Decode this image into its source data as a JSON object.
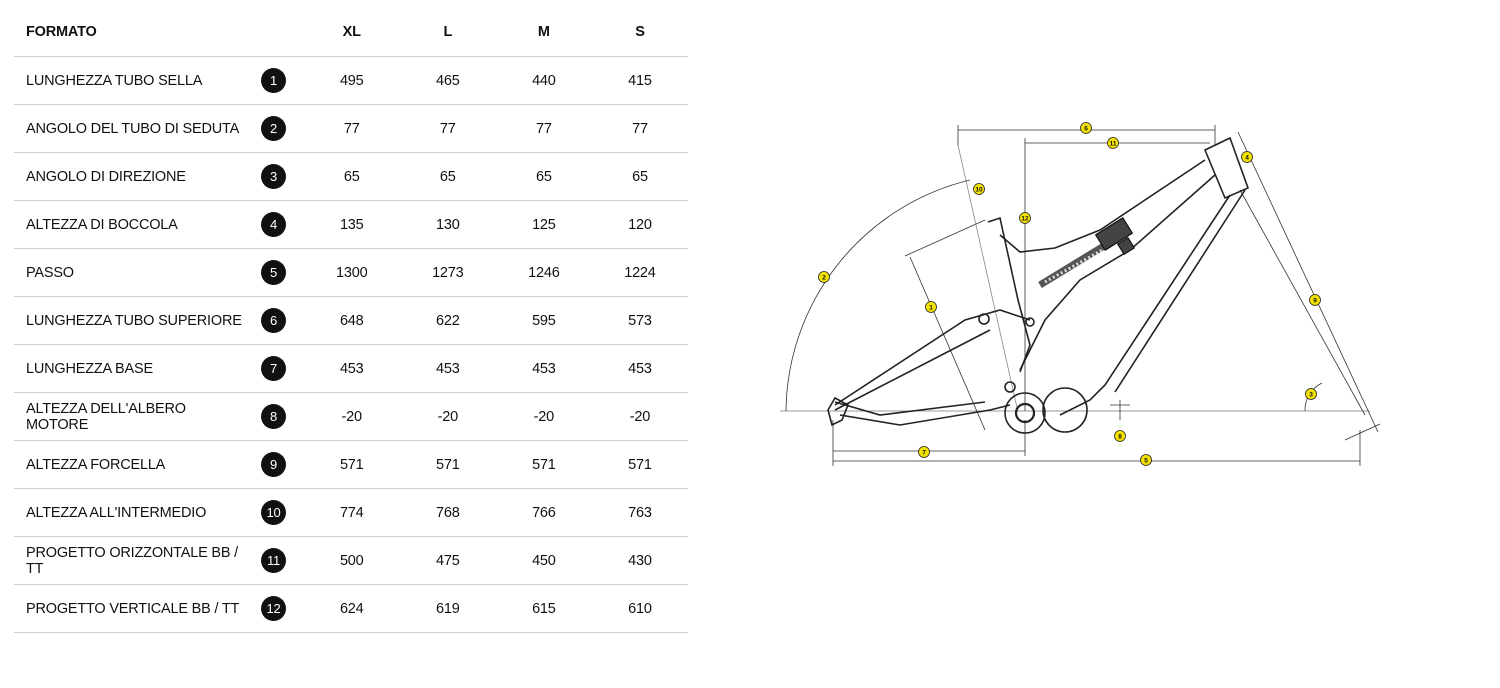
{
  "table": {
    "header": {
      "label": "FORMATO",
      "sizes": [
        "XL",
        "L",
        "M",
        "S"
      ]
    },
    "rows": [
      {
        "label": "LUNGHEZZA TUBO SELLA",
        "num": "1",
        "values": [
          "495",
          "465",
          "440",
          "415"
        ]
      },
      {
        "label": "ANGOLO DEL TUBO DI SEDUTA",
        "num": "2",
        "values": [
          "77",
          "77",
          "77",
          "77"
        ]
      },
      {
        "label": "ANGOLO DI DIREZIONE",
        "num": "3",
        "values": [
          "65",
          "65",
          "65",
          "65"
        ]
      },
      {
        "label": "ALTEZZA DI BOCCOLA",
        "num": "4",
        "values": [
          "135",
          "130",
          "125",
          "120"
        ]
      },
      {
        "label": "PASSO",
        "num": "5",
        "values": [
          "1300",
          "1273",
          "1246",
          "1224"
        ]
      },
      {
        "label": "LUNGHEZZA TUBO SUPERIORE",
        "num": "6",
        "values": [
          "648",
          "622",
          "595",
          "573"
        ]
      },
      {
        "label": "LUNGHEZZA BASE",
        "num": "7",
        "values": [
          "453",
          "453",
          "453",
          "453"
        ]
      },
      {
        "label": "ALTEZZA DELL'ALBERO MOTORE",
        "num": "8",
        "values": [
          "-20",
          "-20",
          "-20",
          "-20"
        ]
      },
      {
        "label": "ALTEZZA FORCELLA",
        "num": "9",
        "values": [
          "571",
          "571",
          "571",
          "571"
        ]
      },
      {
        "label": "ALTEZZA ALL'INTERMEDIO",
        "num": "10",
        "values": [
          "774",
          "768",
          "766",
          "763"
        ]
      },
      {
        "label": "PROGETTO ORIZZONTALE BB / TT",
        "num": "11",
        "values": [
          "500",
          "475",
          "450",
          "430"
        ]
      },
      {
        "label": "PROGETTO VERTICALE BB / TT",
        "num": "12",
        "values": [
          "624",
          "619",
          "615",
          "610"
        ]
      }
    ]
  },
  "diagram": {
    "markers": [
      "1",
      "2",
      "3",
      "4",
      "5",
      "6",
      "7",
      "8",
      "9",
      "10",
      "11",
      "12"
    ],
    "marker_color": "#f3e200"
  }
}
